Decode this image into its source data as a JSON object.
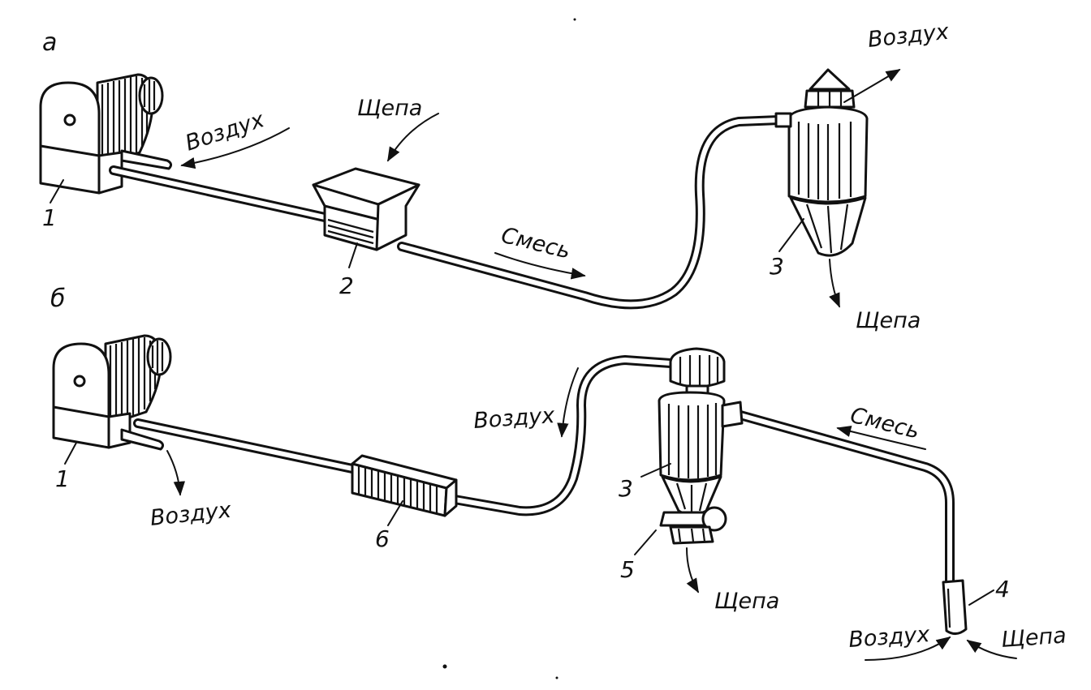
{
  "panel_a": {
    "letter": "а",
    "labels": {
      "chips_in": "Щепа",
      "air_in": "Воздух",
      "mixture": "Смесь",
      "air_out": "Воздух",
      "chips_out": "Щепа"
    },
    "numbers": {
      "blower": "1",
      "feeder": "2",
      "cyclone": "3"
    }
  },
  "panel_b": {
    "letter": "б",
    "labels": {
      "air_out_blower": "Воздух",
      "air_cyclone": "Воздух",
      "mixture": "Смесь",
      "chips_out": "Щепа",
      "air_in_nozzle": "Воздух",
      "chips_in_nozzle": "Щепа"
    },
    "numbers": {
      "blower": "1",
      "filter": "6",
      "cyclone": "3",
      "sluice": "5",
      "nozzle": "4"
    }
  }
}
